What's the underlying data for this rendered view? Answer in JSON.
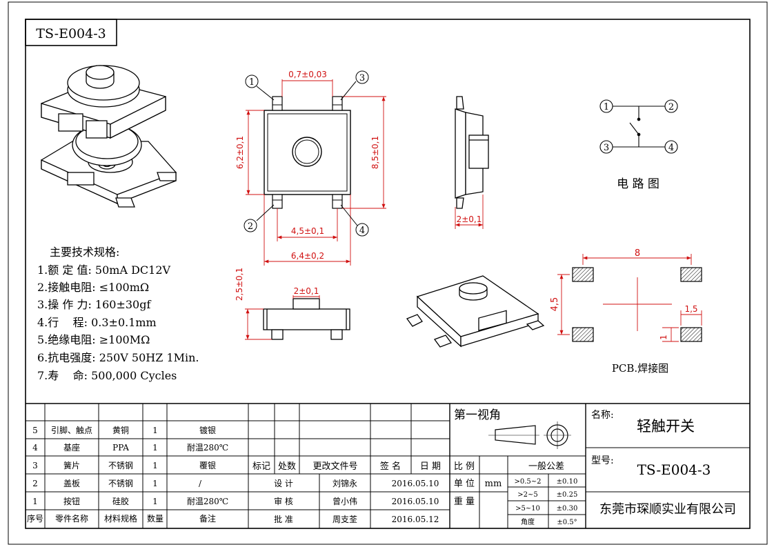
{
  "part_number_box": "TS-E004-3",
  "dims": {
    "top_pin_pitch": "0,7±0,03",
    "body_width": "6,2±0,1",
    "overall_length": "8,5±0,1",
    "pin_spacing": "4,5±0,1",
    "overall_width": "6,4±0,2",
    "side_depth": "2±0,1",
    "height": "2,5±0,1",
    "actuator_width": "2±0,1",
    "pcb_width": "8",
    "pcb_height": "4,5",
    "pad_width": "1,5",
    "pad_height": "1"
  },
  "pins": [
    "1",
    "2",
    "3",
    "4"
  ],
  "circuit": {
    "title": "电 路 图",
    "nodes": [
      "1",
      "2",
      "3",
      "4"
    ]
  },
  "pcb_title": "PCB.焊接图",
  "specs": {
    "title": "主要技术规格:",
    "lines": [
      "1.额 定 值: 50mA DC12V",
      "2.接触电阻: ≤100mΩ",
      "3.操 作 力: 160±30gf",
      "4.行    程: 0.3±0.1mm",
      "5.绝缘电阻: ≥100MΩ",
      "6.抗电强度: 250V 50HZ 1Min.",
      "7.寿    命: 500,000 Cycles"
    ]
  },
  "bom": {
    "headers": [
      "序号",
      "零件名称",
      "材料规格",
      "数量",
      "备注"
    ],
    "rows": [
      [
        "5",
        "引脚、触点",
        "黄铜",
        "1",
        "镀银"
      ],
      [
        "4",
        "基座",
        "PPA",
        "1",
        "耐温280℃"
      ],
      [
        "3",
        "簧片",
        "不锈钢",
        "1",
        "覆银"
      ],
      [
        "2",
        "盖板",
        "不锈钢",
        "1",
        "/"
      ],
      [
        "1",
        "按钮",
        "硅胶",
        "1",
        "耐温280℃"
      ]
    ]
  },
  "revision_headers": [
    "标记",
    "处数",
    "更改文件号",
    "签 名",
    "日 期"
  ],
  "signatures": [
    {
      "role": "设 计",
      "name": "刘锦永",
      "date": "2016.05.10"
    },
    {
      "role": "审 核",
      "name": "曾小伟",
      "date": "2016.05.10"
    },
    {
      "role": "批 准",
      "name": "周支荃",
      "date": "2016.05.12"
    }
  ],
  "projection": {
    "label": "第一视角"
  },
  "scale_label": "比 例",
  "unit": {
    "label": "单 位",
    "value": "mm"
  },
  "weight_label": "重 量",
  "tolerance": {
    "title": "一般公差",
    "rows": [
      [
        ">0.5~2",
        "±0.10"
      ],
      [
        ">2~5",
        "±0.25"
      ],
      [
        ">5~10",
        "±0.30"
      ],
      [
        "角度",
        "±0.5°"
      ]
    ]
  },
  "name": {
    "label": "名称:",
    "value": "轻触开关"
  },
  "model": {
    "label": "型号:",
    "value": "TS-E004-3"
  },
  "company": "东莞市琛顺实业有限公司"
}
